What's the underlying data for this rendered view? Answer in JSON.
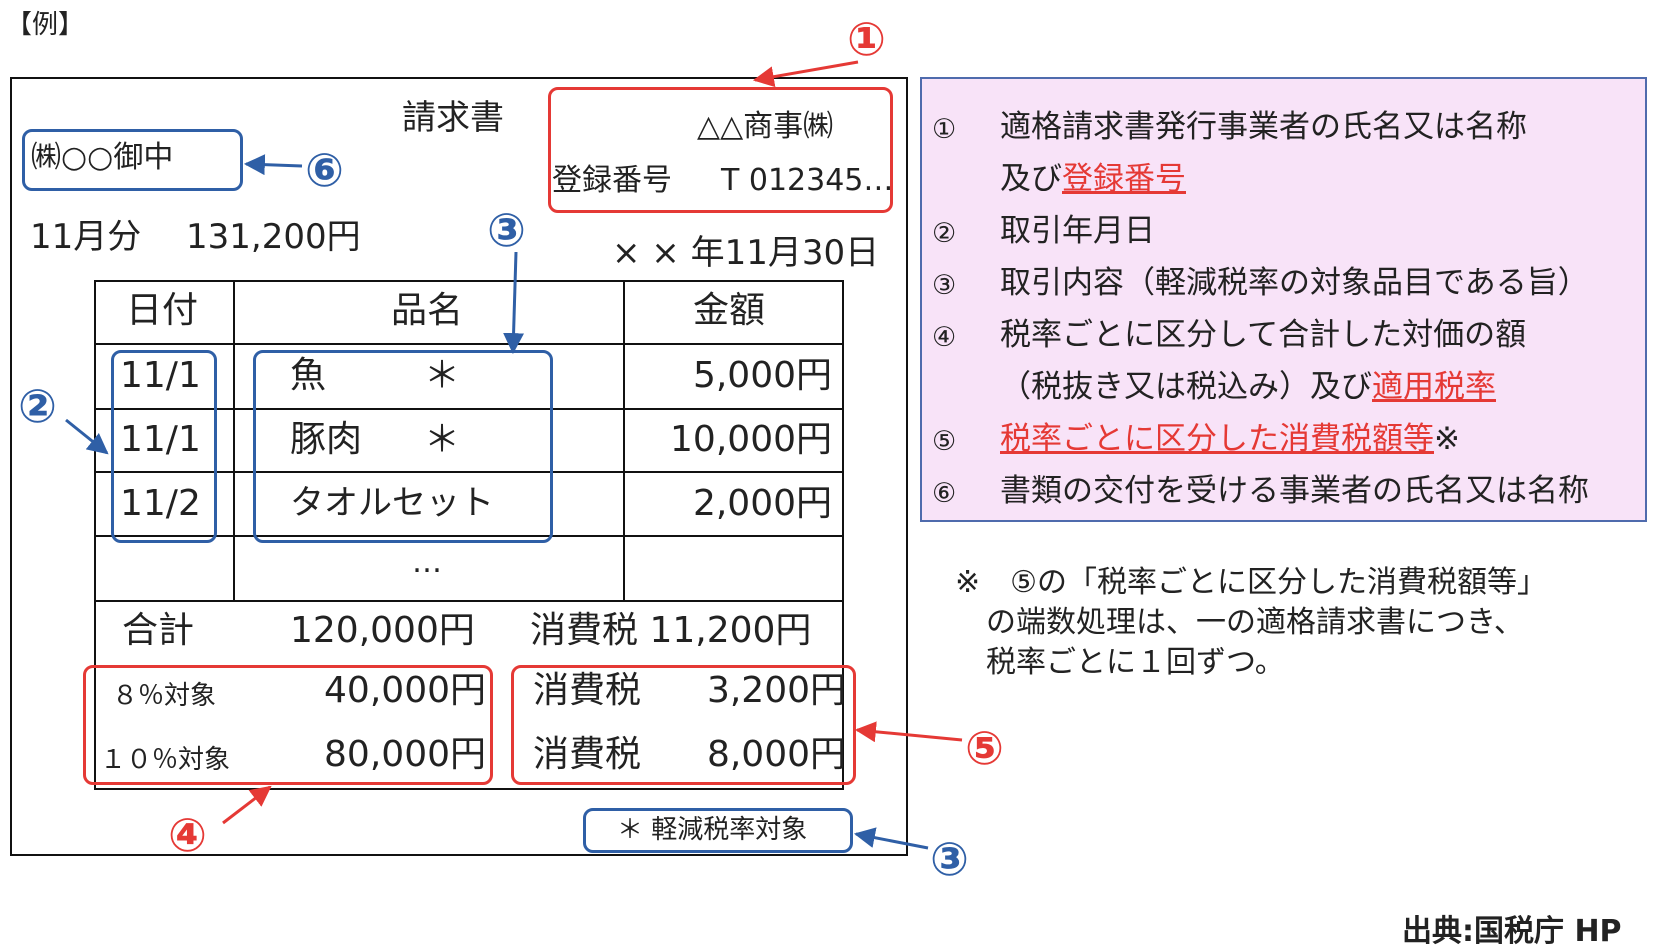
{
  "header_label": "【例】",
  "invoice": {
    "title": "請求書",
    "recipient": "㈱○○御中",
    "issuer_name": "△△商事㈱",
    "registration_label": "登録番号",
    "registration_number": "T 012345…",
    "period": "11月分",
    "period_total": "131,200円",
    "date": "× × 年11月30日",
    "columns": [
      "日付",
      "品名",
      "金額"
    ],
    "rows": [
      {
        "date": "11/1",
        "item": "魚",
        "mark": "＊",
        "amount": "5,000円"
      },
      {
        "date": "11/1",
        "item": "豚肉",
        "mark": "＊",
        "amount": "10,000円"
      },
      {
        "date": "11/2",
        "item": "タオルセット",
        "mark": "",
        "amount": "2,000円"
      }
    ],
    "ellipsis": "…",
    "total_label": "合計",
    "total_value": "120,000円",
    "total_tax": "消費税 11,200円",
    "breakdown": [
      {
        "label": "８％対象",
        "value": "40,000円",
        "tax_label": "消費税",
        "tax_value": "3,200円"
      },
      {
        "label": "１０％対象",
        "value": "80,000円",
        "tax_label": "消費税",
        "tax_value": "8,000円"
      }
    ],
    "reduced_note": "＊ 軽減税率対象"
  },
  "markers": {
    "m1": "①",
    "m2": "②",
    "m3a": "③",
    "m3b": "③",
    "m4": "④",
    "m5": "⑤",
    "m6": "⑥"
  },
  "legend": {
    "items": [
      {
        "num": "①",
        "text": "適格請求書発行事業者の氏名又は名称"
      },
      {
        "num": "",
        "text_pre": "及び",
        "text_red": "登録番号"
      },
      {
        "num": "②",
        "text": "取引年月日"
      },
      {
        "num": "③",
        "text": "取引内容（軽減税率の対象品目である旨）"
      },
      {
        "num": "④",
        "text": "税率ごとに区分して合計した対価の額"
      },
      {
        "num": "",
        "text_pre": "（税抜き又は税込み）及び",
        "text_red": "適用税率"
      },
      {
        "num": "⑤",
        "text_red": "税率ごとに区分した消費税額等",
        "text_post": "※"
      },
      {
        "num": "⑥",
        "text": "書類の交付を受ける事業者の氏名又は名称"
      }
    ]
  },
  "footnote": {
    "line1": "※　⑤の「税率ごとに区分した消費税額等」",
    "line2": "の端数処理は、一の適格請求書につき、",
    "line3": "税率ごとに１回ずつ。"
  },
  "source": "出典:国税庁 HP",
  "colors": {
    "red": "#e53935",
    "blue": "#2f5fa6",
    "legend_bg": "#f8e3f8"
  }
}
